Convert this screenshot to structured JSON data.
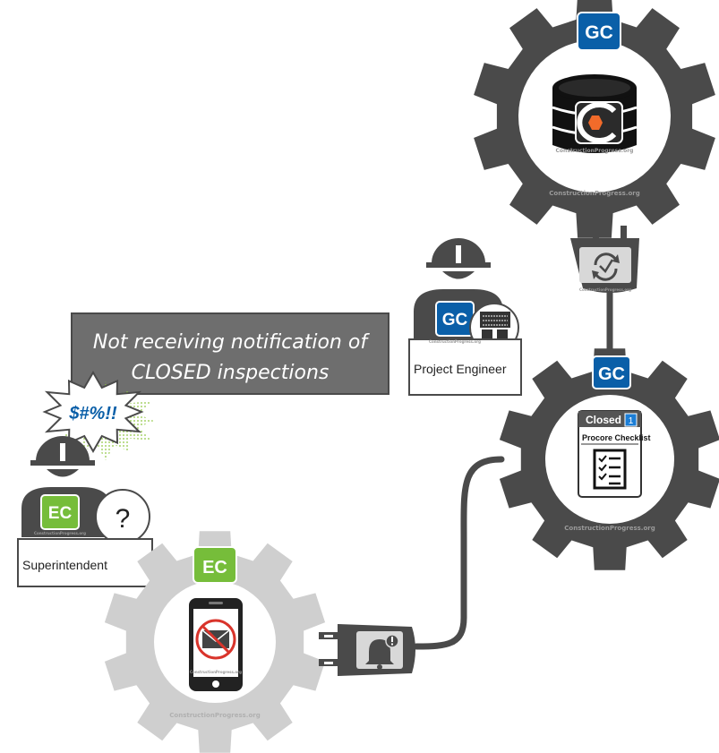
{
  "callout": {
    "line1": "Not receiving notification of",
    "line2": "CLOSED inspections"
  },
  "exclamation": "$#%!!",
  "badges": {
    "gc": "GC",
    "ec": "EC"
  },
  "roles": {
    "project_engineer": "Project Engineer",
    "superintendent": "Superintendent"
  },
  "question_mark": "?",
  "checklist": {
    "status": "Closed",
    "count": "1",
    "title": "Procore Checklist"
  },
  "watermark": "ConstructionProgress.org",
  "colors": {
    "gear_dark": "#4a4a4a",
    "gear_light": "#cfcfcf",
    "gc_badge": "#0a5fa8",
    "ec_badge": "#76bd3a",
    "callout_bg": "#6e6e6e",
    "alert_red": "#d9342b",
    "procore_orange": "#f26b2a"
  }
}
